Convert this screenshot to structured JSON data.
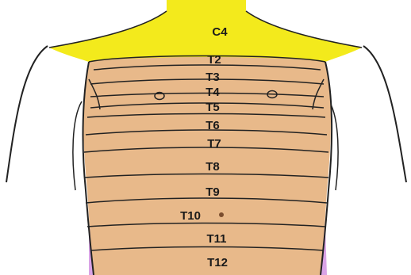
{
  "diagram": {
    "colors": {
      "cervical": "#f3ea1c",
      "thoracic": "#e8b98a",
      "lumbar": "#d9a3e6",
      "outline": "#222222",
      "background": "#ffffff"
    },
    "dermatomes": [
      {
        "id": "c4",
        "label": "C4"
      },
      {
        "id": "t2",
        "label": "T2"
      },
      {
        "id": "t3",
        "label": "T3"
      },
      {
        "id": "t4",
        "label": "T4"
      },
      {
        "id": "t5",
        "label": "T5"
      },
      {
        "id": "t6",
        "label": "T6"
      },
      {
        "id": "t7",
        "label": "T7"
      },
      {
        "id": "t8",
        "label": "T8"
      },
      {
        "id": "t9",
        "label": "T9"
      },
      {
        "id": "t10",
        "label": "T10"
      },
      {
        "id": "t11",
        "label": "T11"
      },
      {
        "id": "t12",
        "label": "T12"
      }
    ]
  }
}
